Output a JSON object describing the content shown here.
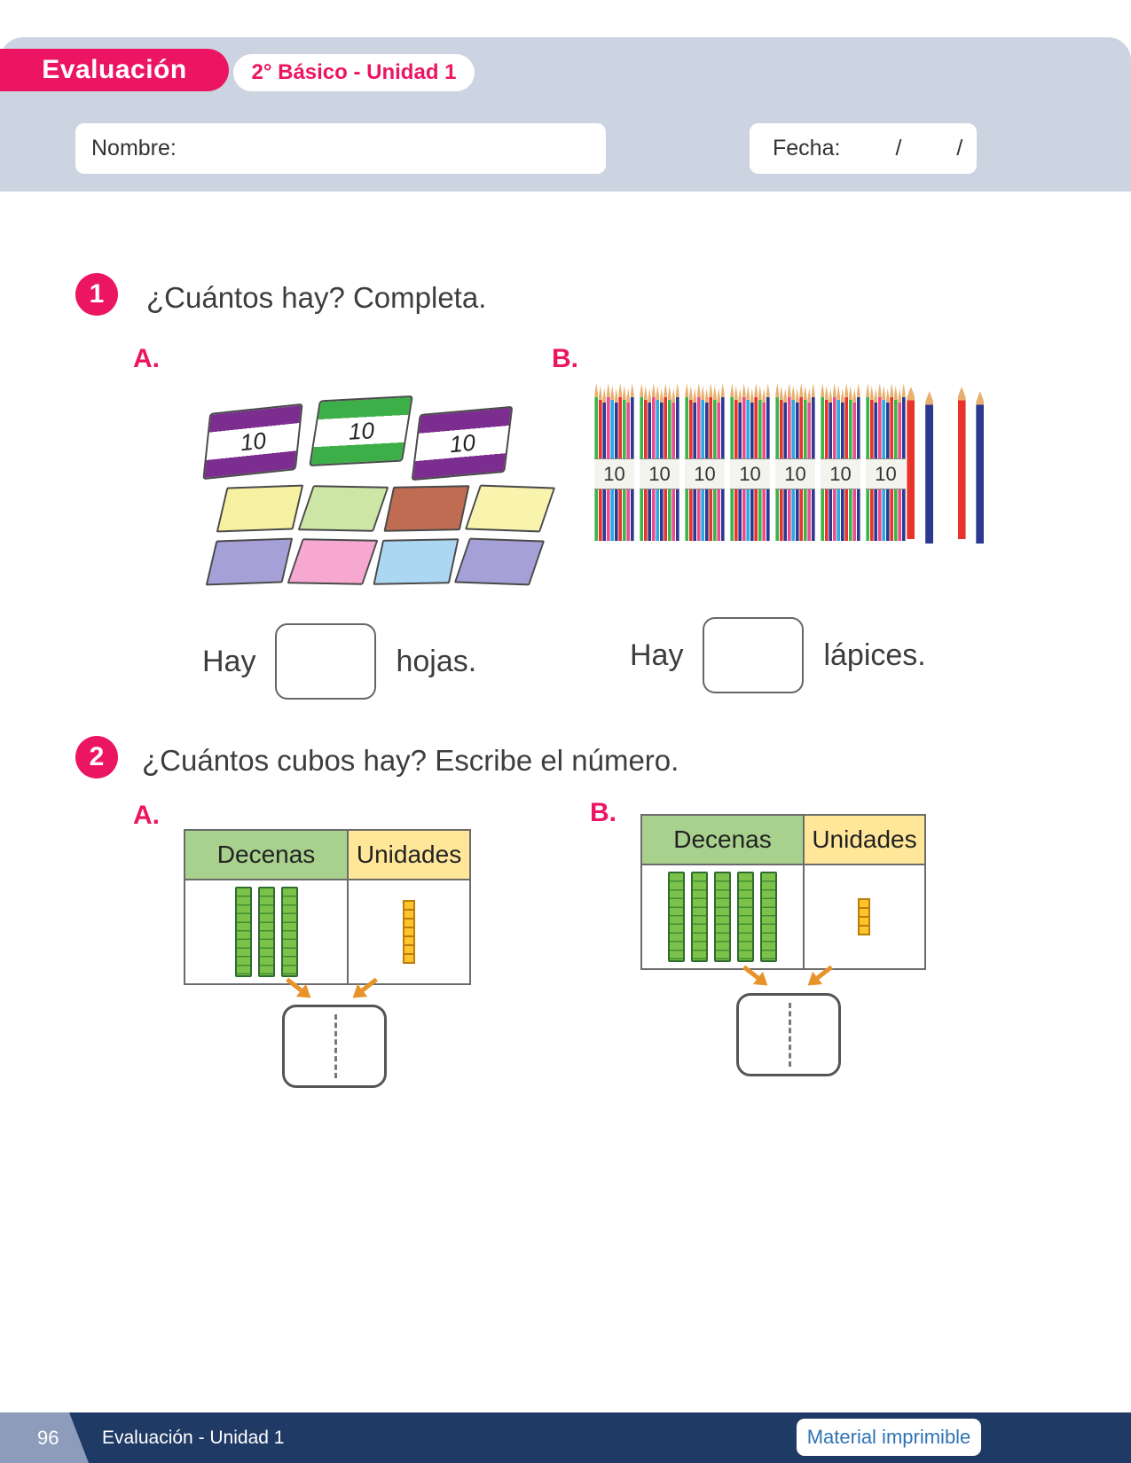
{
  "header": {
    "banner": "Evaluación",
    "subtitle": "2° Básico - Unidad 1",
    "name_label": "Nombre:",
    "date_label": "Fecha:",
    "date_slash1": "/",
    "date_slash2": "/"
  },
  "q1": {
    "number": "1",
    "prompt": "¿Cuántos hay? Completa.",
    "part_a_label": "A.",
    "part_b_label": "B.",
    "pack_label": "10",
    "packs": [
      "#7b2e8f",
      "#3daf49",
      "#7b2e8f"
    ],
    "sheets_row1": [
      "#f6f1a0",
      "#cde6a5",
      "#c06c52",
      "#f8f4ae"
    ],
    "sheets_row2": [
      "#a5a0d8",
      "#f6a8d0",
      "#abd7f3",
      "#a5a0d8"
    ],
    "bundles": {
      "count": 7,
      "label": "10",
      "pencil_colors": [
        "#3bb44a",
        "#e8332a",
        "#2b3990",
        "#ec4b8f",
        "#29aae1",
        "#2b3990",
        "#e8332a",
        "#3bb44a",
        "#ec4b8f",
        "#2b3990"
      ]
    },
    "loose_pencils": [
      "#e8332a",
      "#2b3990",
      "#e8332a",
      "#2b3990"
    ],
    "answer_a": {
      "before": "Hay",
      "after": "hojas.",
      "value": ""
    },
    "answer_b": {
      "before": "Hay",
      "after": "lápices.",
      "value": ""
    }
  },
  "q2": {
    "number": "2",
    "prompt": "¿Cuántos cubos hay? Escribe el número.",
    "part_a_label": "A.",
    "part_b_label": "B.",
    "tens_header": "Decenas",
    "units_header": "Unidades",
    "a": {
      "tens": 3,
      "units": 7
    },
    "b": {
      "tens": 5,
      "units": 4
    }
  },
  "footer": {
    "page": "96",
    "section": "Evaluación - Unidad 1",
    "material": "Material imprimible"
  },
  "colors": {
    "accent_pink": "#ec1562",
    "band_gray": "#ccd4e2",
    "footer_navy": "#203a66",
    "tens_green_header": "#a9d18e",
    "units_yellow_header": "#ffe699",
    "rod_green": "#7cc24a",
    "cube_yellow": "#ffc32b",
    "arrow_orange": "#e8922a",
    "material_blue": "#2e74b5"
  }
}
